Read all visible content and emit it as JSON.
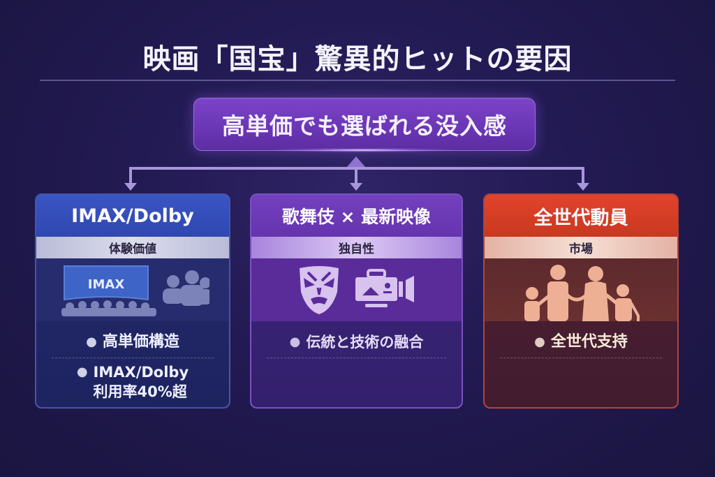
{
  "title": "映画「国宝」驚異的ヒットの要因",
  "hero": {
    "label": "高単価でも選ばれる没入感"
  },
  "colors": {
    "background": "#221a52",
    "connector": "#a896dc",
    "hero": "#6a36b4",
    "card_left_head": "#2f47b0",
    "card_middle_head": "#6534ad",
    "card_right_head": "#c9381f"
  },
  "cards": [
    {
      "heading": "IMAX/Dolby",
      "subheading": "体験価値",
      "icon": "imax-theater-audience-icon",
      "art_label": "IMAX",
      "bullets": [
        {
          "lines": [
            "高単価構造"
          ]
        },
        {
          "lines": [
            "IMAX/Dolby",
            "利用率40%超"
          ]
        }
      ]
    },
    {
      "heading": "歌舞伎 × 最新映像",
      "subheading": "独自性",
      "icon": "kabuki-mask-and-video-camera-icon",
      "bullets": [
        {
          "lines": [
            "伝統と技術の融合"
          ]
        }
      ]
    },
    {
      "heading": "全世代動員",
      "subheading": "市場",
      "icon": "family-silhouette-icon",
      "bullets": [
        {
          "lines": [
            "全世代支持"
          ]
        }
      ]
    }
  ]
}
